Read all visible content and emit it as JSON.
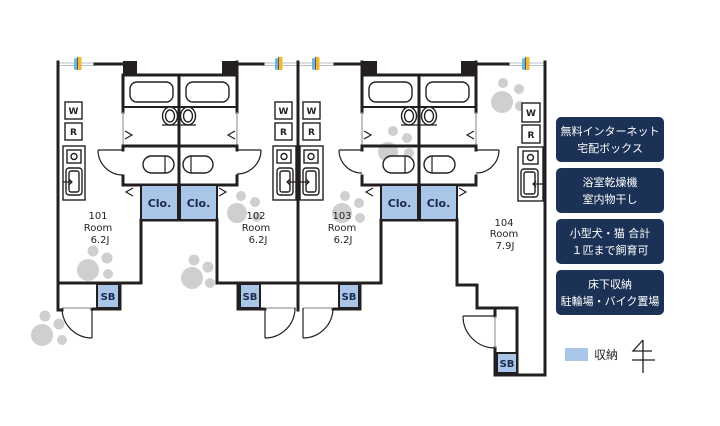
{
  "units": [
    {
      "number": "101",
      "type": "Room",
      "size": "6.2J"
    },
    {
      "number": "102",
      "type": "Room",
      "size": "6.2J"
    },
    {
      "number": "103",
      "type": "Room",
      "size": "6.2J"
    },
    {
      "number": "104",
      "type": "Room",
      "size": "7.9J"
    }
  ],
  "fixtures": {
    "washer": "W",
    "fridge": "R",
    "closet": "Clo.",
    "shoe_box": "SB"
  },
  "features": [
    {
      "line1": "無料インターネット",
      "line2": "宅配ボックス"
    },
    {
      "line1": "浴室乾燥機",
      "line2": "室内物干し"
    },
    {
      "line1": "小型犬・猫 合計",
      "line2": "１匹まで飼育可"
    },
    {
      "line1": "床下収納",
      "line2": "駐輪場・バイク置場"
    }
  ],
  "legend": {
    "storage_label": "収納",
    "storage_color": "#a9c6e8"
  },
  "colors": {
    "wall": "#231f20",
    "storage": "#a9c6e8",
    "feature_box": "#1b3156",
    "paw_print": "#cfcfcf"
  }
}
